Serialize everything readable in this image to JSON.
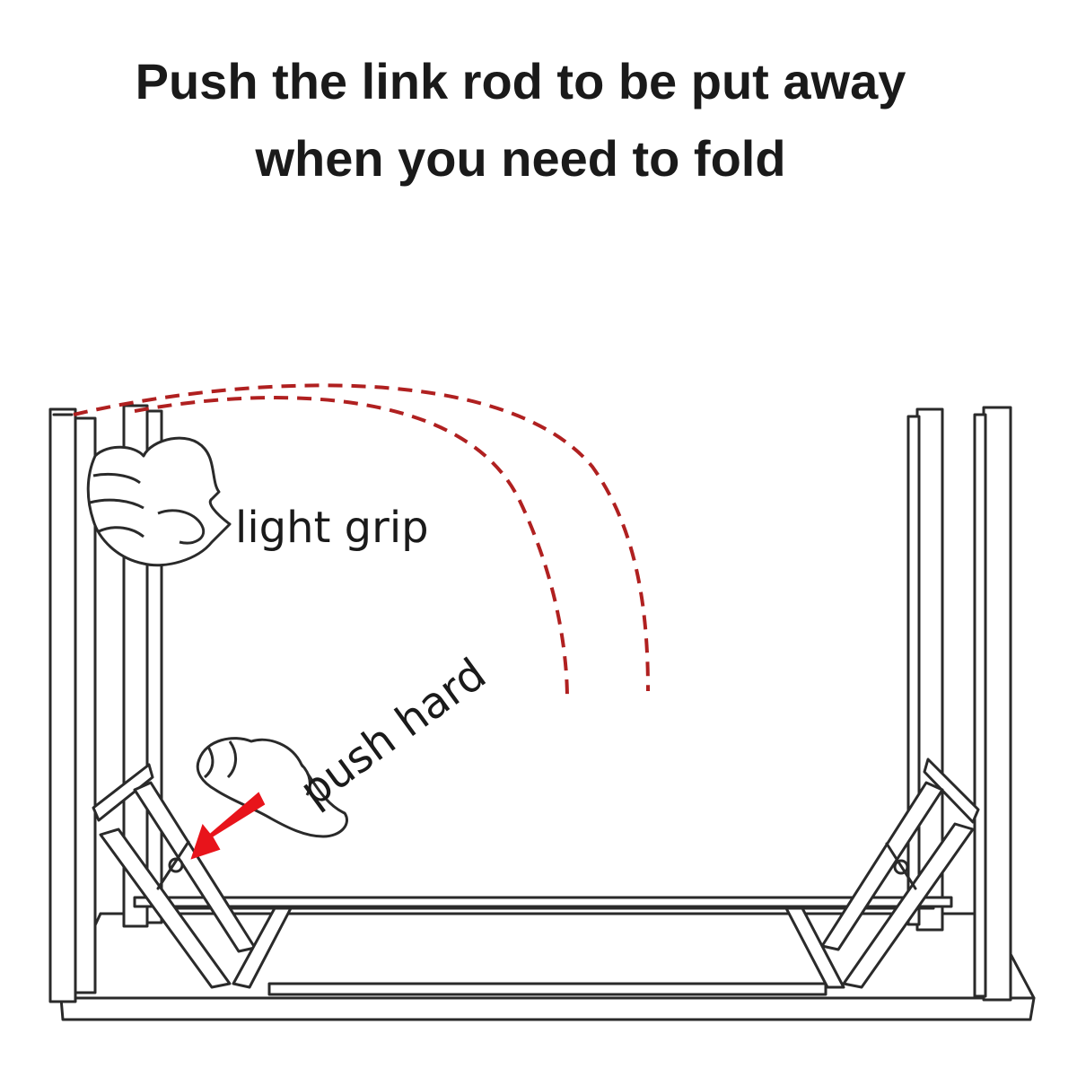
{
  "heading": {
    "line1": "Push the link rod to be put away",
    "line2": "when you need to fold"
  },
  "labels": {
    "light_grip": "light grip",
    "push_hard": "push hard"
  },
  "colors": {
    "text": "#1a1a1a",
    "line": "#2a2a2a",
    "dashed_path": "#b02020",
    "arrow": "#e8141b"
  },
  "icons": [
    "hand-grip-icon",
    "hand-push-icon",
    "red-arrow-icon"
  ]
}
